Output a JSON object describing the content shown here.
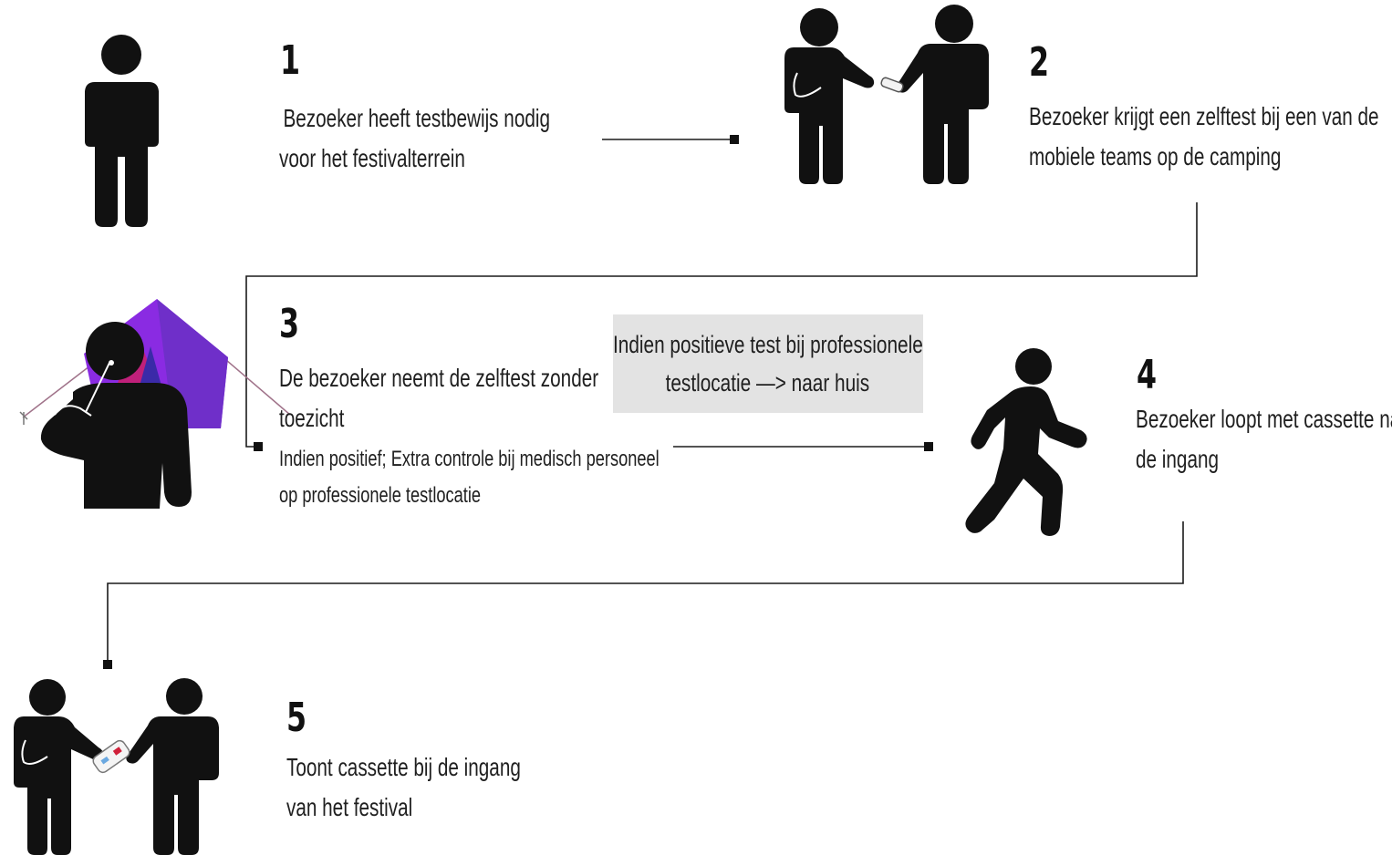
{
  "steps": [
    {
      "number": "1",
      "lines": [
        "Bezoeker heeft testbewijs nodig",
        "voor het festivalterrein"
      ],
      "icon": "standing-person-icon"
    },
    {
      "number": "2",
      "lines": [
        "Bezoeker krijgt een zelftest bij een van de",
        "mobiele teams op de camping"
      ],
      "icon": "handover-people-icon"
    },
    {
      "number": "3",
      "lines": [
        "De bezoeker neemt de zelftest zonder",
        "toezicht"
      ],
      "extra_lines": [
        "Indien positief; Extra controle bij medisch personeel",
        "op professionele testlocatie"
      ],
      "icon": "self-test-tent-icon"
    },
    {
      "number": "4",
      "lines": [
        "Bezoeker loopt met cassette naar",
        "de ingang"
      ],
      "icon": "walking-person-icon"
    },
    {
      "number": "5",
      "lines": [
        "Toont cassette bij de ingang",
        "van het festival"
      ],
      "icon": "show-cassette-icon"
    }
  ],
  "note": {
    "lines": [
      "Indien positieve test bij professionele",
      "testlocatie —> naar huis"
    ]
  },
  "colors": {
    "ink": "#111111",
    "connector": "#1a1a1a",
    "note_bg": "#e3e3e3",
    "tent_purple": "#8a2be2",
    "tent_magenta": "#c0207a"
  }
}
